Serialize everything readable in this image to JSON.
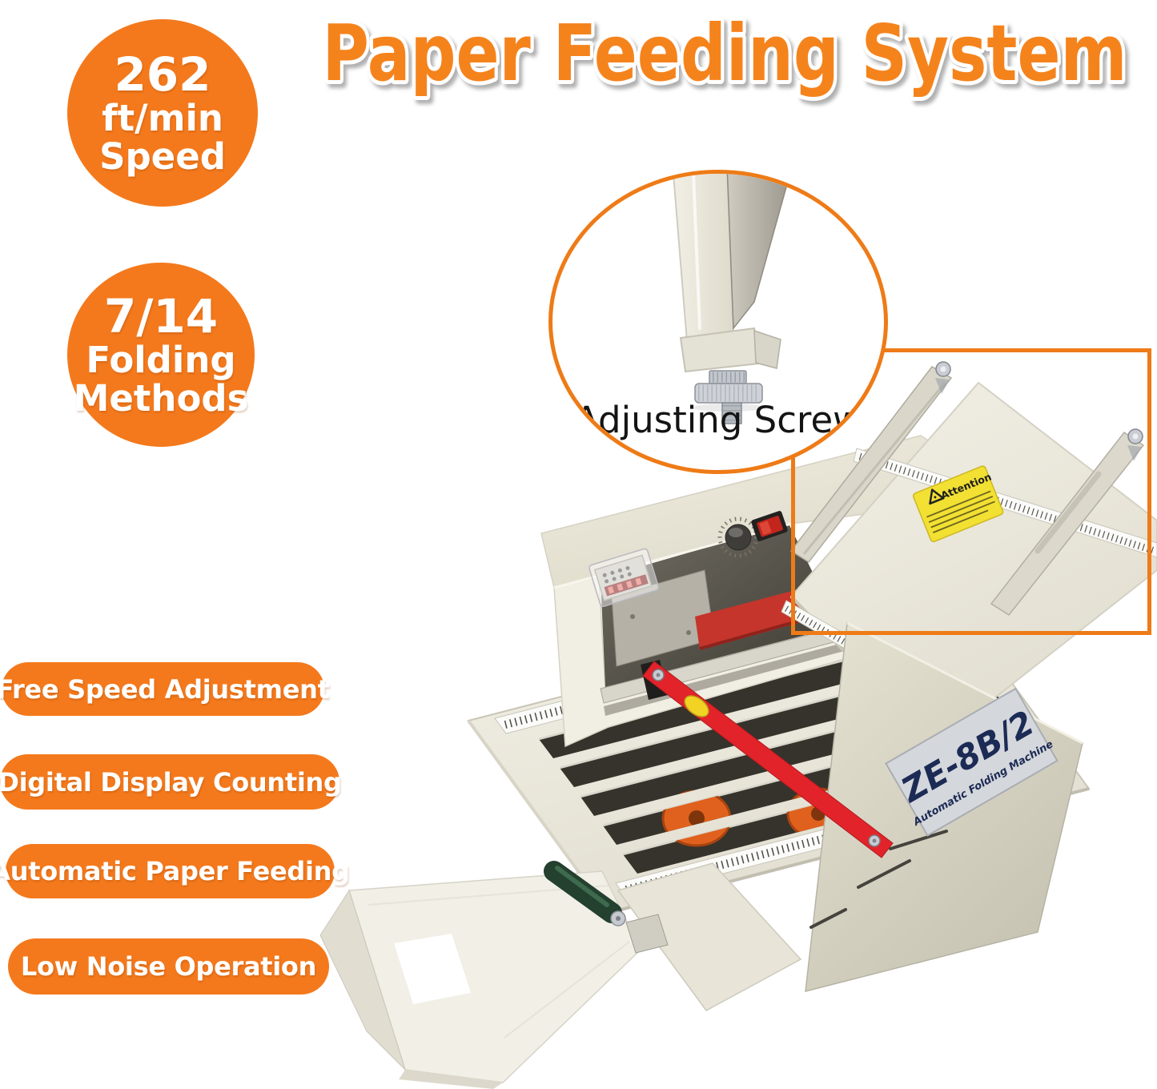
{
  "title": "Paper Feeding System",
  "badges": [
    {
      "line1": "262",
      "line2": "ft/min",
      "line3": "Speed"
    },
    {
      "line1": "7/14",
      "line2": "Folding",
      "line3": "Methods"
    }
  ],
  "features": [
    "Free Speed Adjustment",
    "Digital Display Counting",
    "Automatic Paper Feeding",
    "Low Noise Operation"
  ],
  "callout": {
    "label": "Adjusting Screw"
  },
  "machine": {
    "model_label": "ZE-8B/2",
    "model_sublabel": "Automatic Folding Machine",
    "warning_label": "Attention"
  },
  "colors": {
    "accent_orange": "#F4791C",
    "outline_orange": "#EE7B17",
    "warning_yellow": "#F2E032",
    "model_navy": "#1C2B55",
    "machine_red": "#C5352B",
    "strap_red": "#E2232A",
    "body_beige": "#EAE6D8"
  }
}
